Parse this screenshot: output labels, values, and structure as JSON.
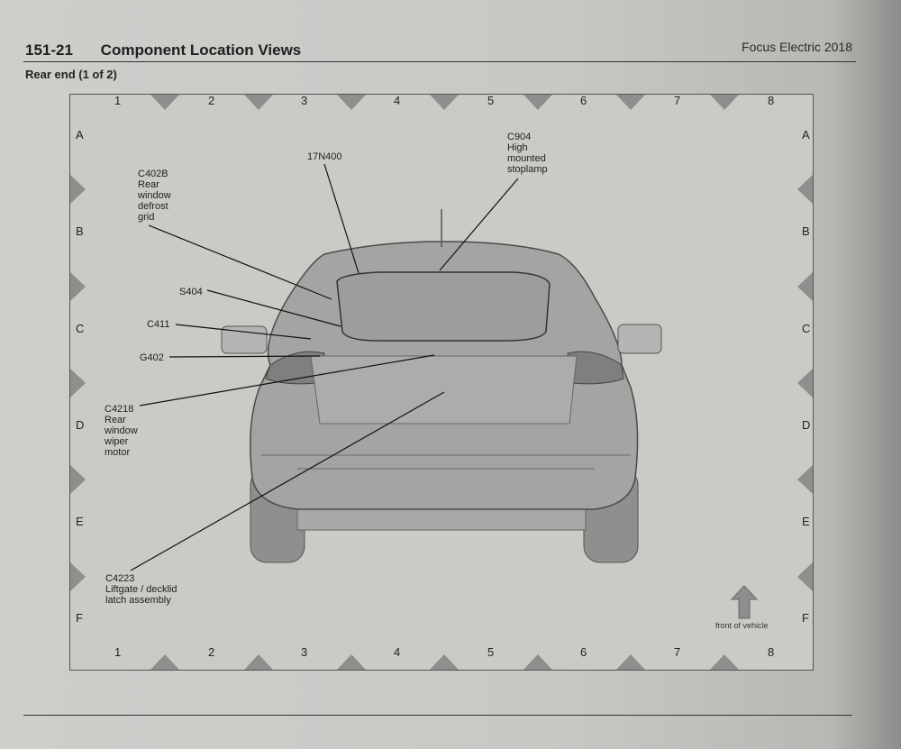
{
  "header": {
    "page_number": "151-21",
    "title": "Component Location Views",
    "vehicle": "Focus Electric 2018"
  },
  "subtitle": "Rear end (1 of 2)",
  "grid": {
    "columns": [
      "1",
      "2",
      "3",
      "4",
      "5",
      "6",
      "7",
      "8"
    ],
    "rows": [
      "A",
      "B",
      "C",
      "D",
      "E",
      "F"
    ]
  },
  "callouts": [
    {
      "id": "17N400",
      "text": "17N400"
    },
    {
      "id": "C904",
      "text": "C904\nHigh\nmounted\nstoplamp"
    },
    {
      "id": "C402B",
      "text": "C402B\nRear\nwindow\ndefrost\ngrid"
    },
    {
      "id": "S404",
      "text": "S404"
    },
    {
      "id": "C411",
      "text": "C411"
    },
    {
      "id": "G402",
      "text": "G402"
    },
    {
      "id": "C4218",
      "text": "C4218\nRear\nwindow\nwiper\nmotor"
    },
    {
      "id": "C4223",
      "text": "C4223\nLiftgate / decklid\nlatch assembly"
    }
  ],
  "front_label": "front of vehicle",
  "colors": {
    "triangle": "#8e8e8c",
    "car_body": "#9a9a98",
    "car_dark": "#555"
  }
}
